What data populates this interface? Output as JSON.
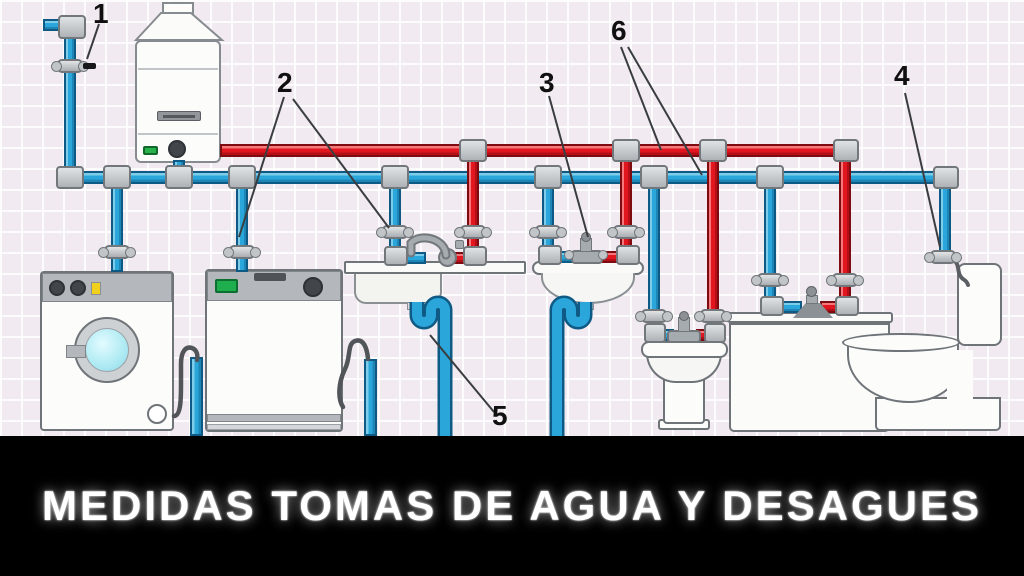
{
  "title_banner": {
    "text": "MEDIDAS TOMAS DE AGUA Y DESAGUES",
    "background": "#000000",
    "text_color": "#ffffff"
  },
  "callouts": [
    {
      "label": "1",
      "target": "main-water-supply-shutoff-valve"
    },
    {
      "label": "2",
      "target": "fixture-shutoff-valves"
    },
    {
      "label": "3",
      "target": "lavatory-mixer-tap"
    },
    {
      "label": "4",
      "target": "toilet-supply-valve"
    },
    {
      "label": "5",
      "target": "kitchen-sink-drain-trap"
    },
    {
      "label": "6",
      "target": "hot-and-cold-distribution-pipes"
    }
  ],
  "colors": {
    "cold_water_pipe": "#2aa6da",
    "hot_water_pipe": "#e2161f",
    "pipe_fitting": "#c2c5c8",
    "drain_hose": "#515559",
    "background": "#f2eaf1",
    "grid_line": "#ffffff",
    "banner_background": "#000000",
    "banner_text": "#ffffff",
    "callout_text": "#101010"
  },
  "fixtures": [
    "water-heater",
    "washing-machine",
    "dishwasher",
    "kitchen-sink",
    "bathroom-sink",
    "bidet",
    "bathtub",
    "toilet"
  ]
}
